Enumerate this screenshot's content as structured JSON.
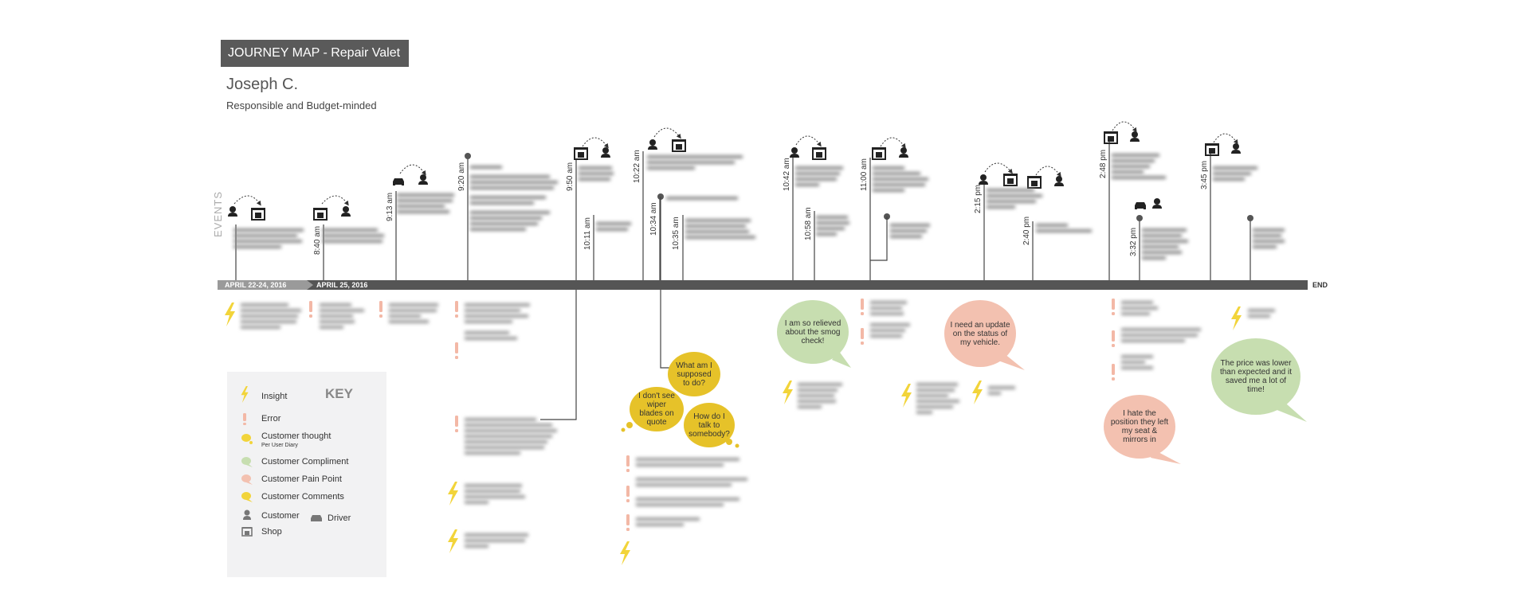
{
  "header": {
    "title": "JOURNEY MAP - Repair Valet",
    "persona_name": "Joseph C.",
    "persona_desc": "Responsible and Budget-minded"
  },
  "timeline": {
    "events_label": "EVENTS",
    "date_ranges": [
      "APRIL 22-24, 2016",
      "APRIL 25, 2016"
    ],
    "end_label": "END",
    "times": [
      "8:40 am",
      "9:13 am",
      "9:20 am",
      "9:50 am",
      "10:11 am",
      "10:22 am",
      "10:34 am",
      "10:35 am",
      "10:42 am",
      "10:58 am",
      "11:00 am",
      "2:15 pm",
      "2:40 pm",
      "2:48 pm",
      "3:32 pm",
      "3:45 pm"
    ]
  },
  "bubbles": {
    "thought_1": "What am I supposed to do?",
    "thought_2": "I don't see wiper blades on quote",
    "thought_3": "How do I talk to somebody?",
    "compliment_1": "I am so relieved about the smog check!",
    "compliment_2": "The price was lower than expected and it saved me a lot of time!",
    "pain_1": "I need an update on the status of my vehicle.",
    "pain_2": "I hate the position they left my seat & mirrors in"
  },
  "key": {
    "title": "KEY",
    "insight": "Insight",
    "error": "Error",
    "thought": "Customer thought",
    "thought_sub": "Per User Diary",
    "compliment": "Customer Compliment",
    "pain": "Customer Pain Point",
    "comments": "Customer Comments",
    "customer": "Customer",
    "driver": "Driver",
    "shop": "Shop"
  },
  "colors": {
    "thought": "#e6c229",
    "compliment": "#c7deb0",
    "pain": "#f3c1b0",
    "insight": "#f2d43a",
    "error": "#f3b8a6",
    "timeline": "#555555"
  }
}
